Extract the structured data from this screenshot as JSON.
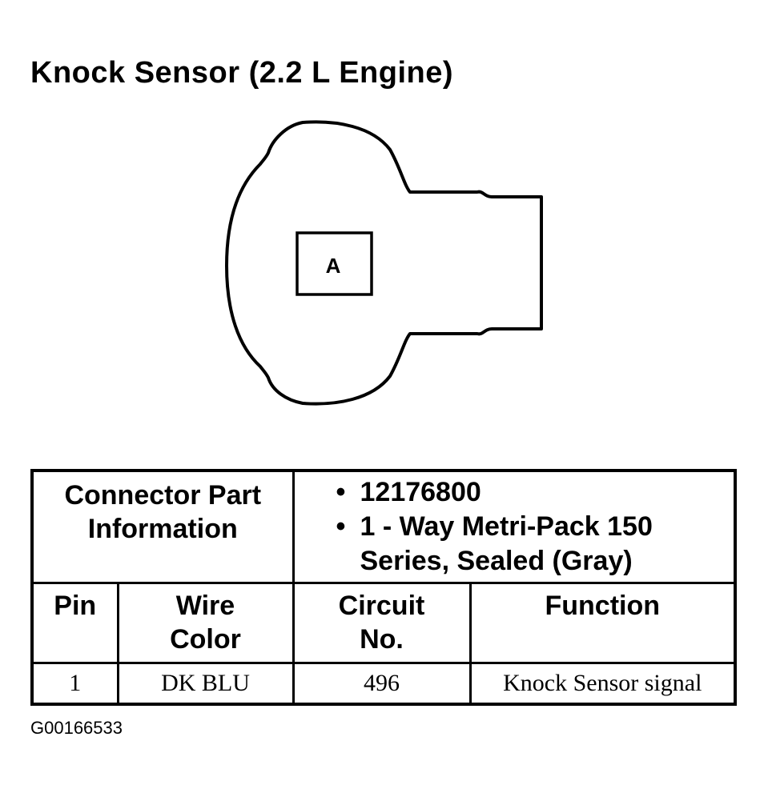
{
  "title": "Knock Sensor (2.2 L Engine)",
  "connector": {
    "cavity_label": "A"
  },
  "info_table": {
    "header_label": "Connector Part Information",
    "part_details": [
      "12176800",
      "1 - Way Metri-Pack 150 Series, Sealed (Gray)"
    ]
  },
  "pin_table": {
    "columns": [
      "Pin",
      "Wire Color",
      "Circuit No.",
      "Function"
    ],
    "rows": [
      {
        "pin": "1",
        "wire_color": "DK BLU",
        "circuit": "496",
        "function": "Knock Sensor signal"
      }
    ]
  },
  "figure_id": "G00166533"
}
